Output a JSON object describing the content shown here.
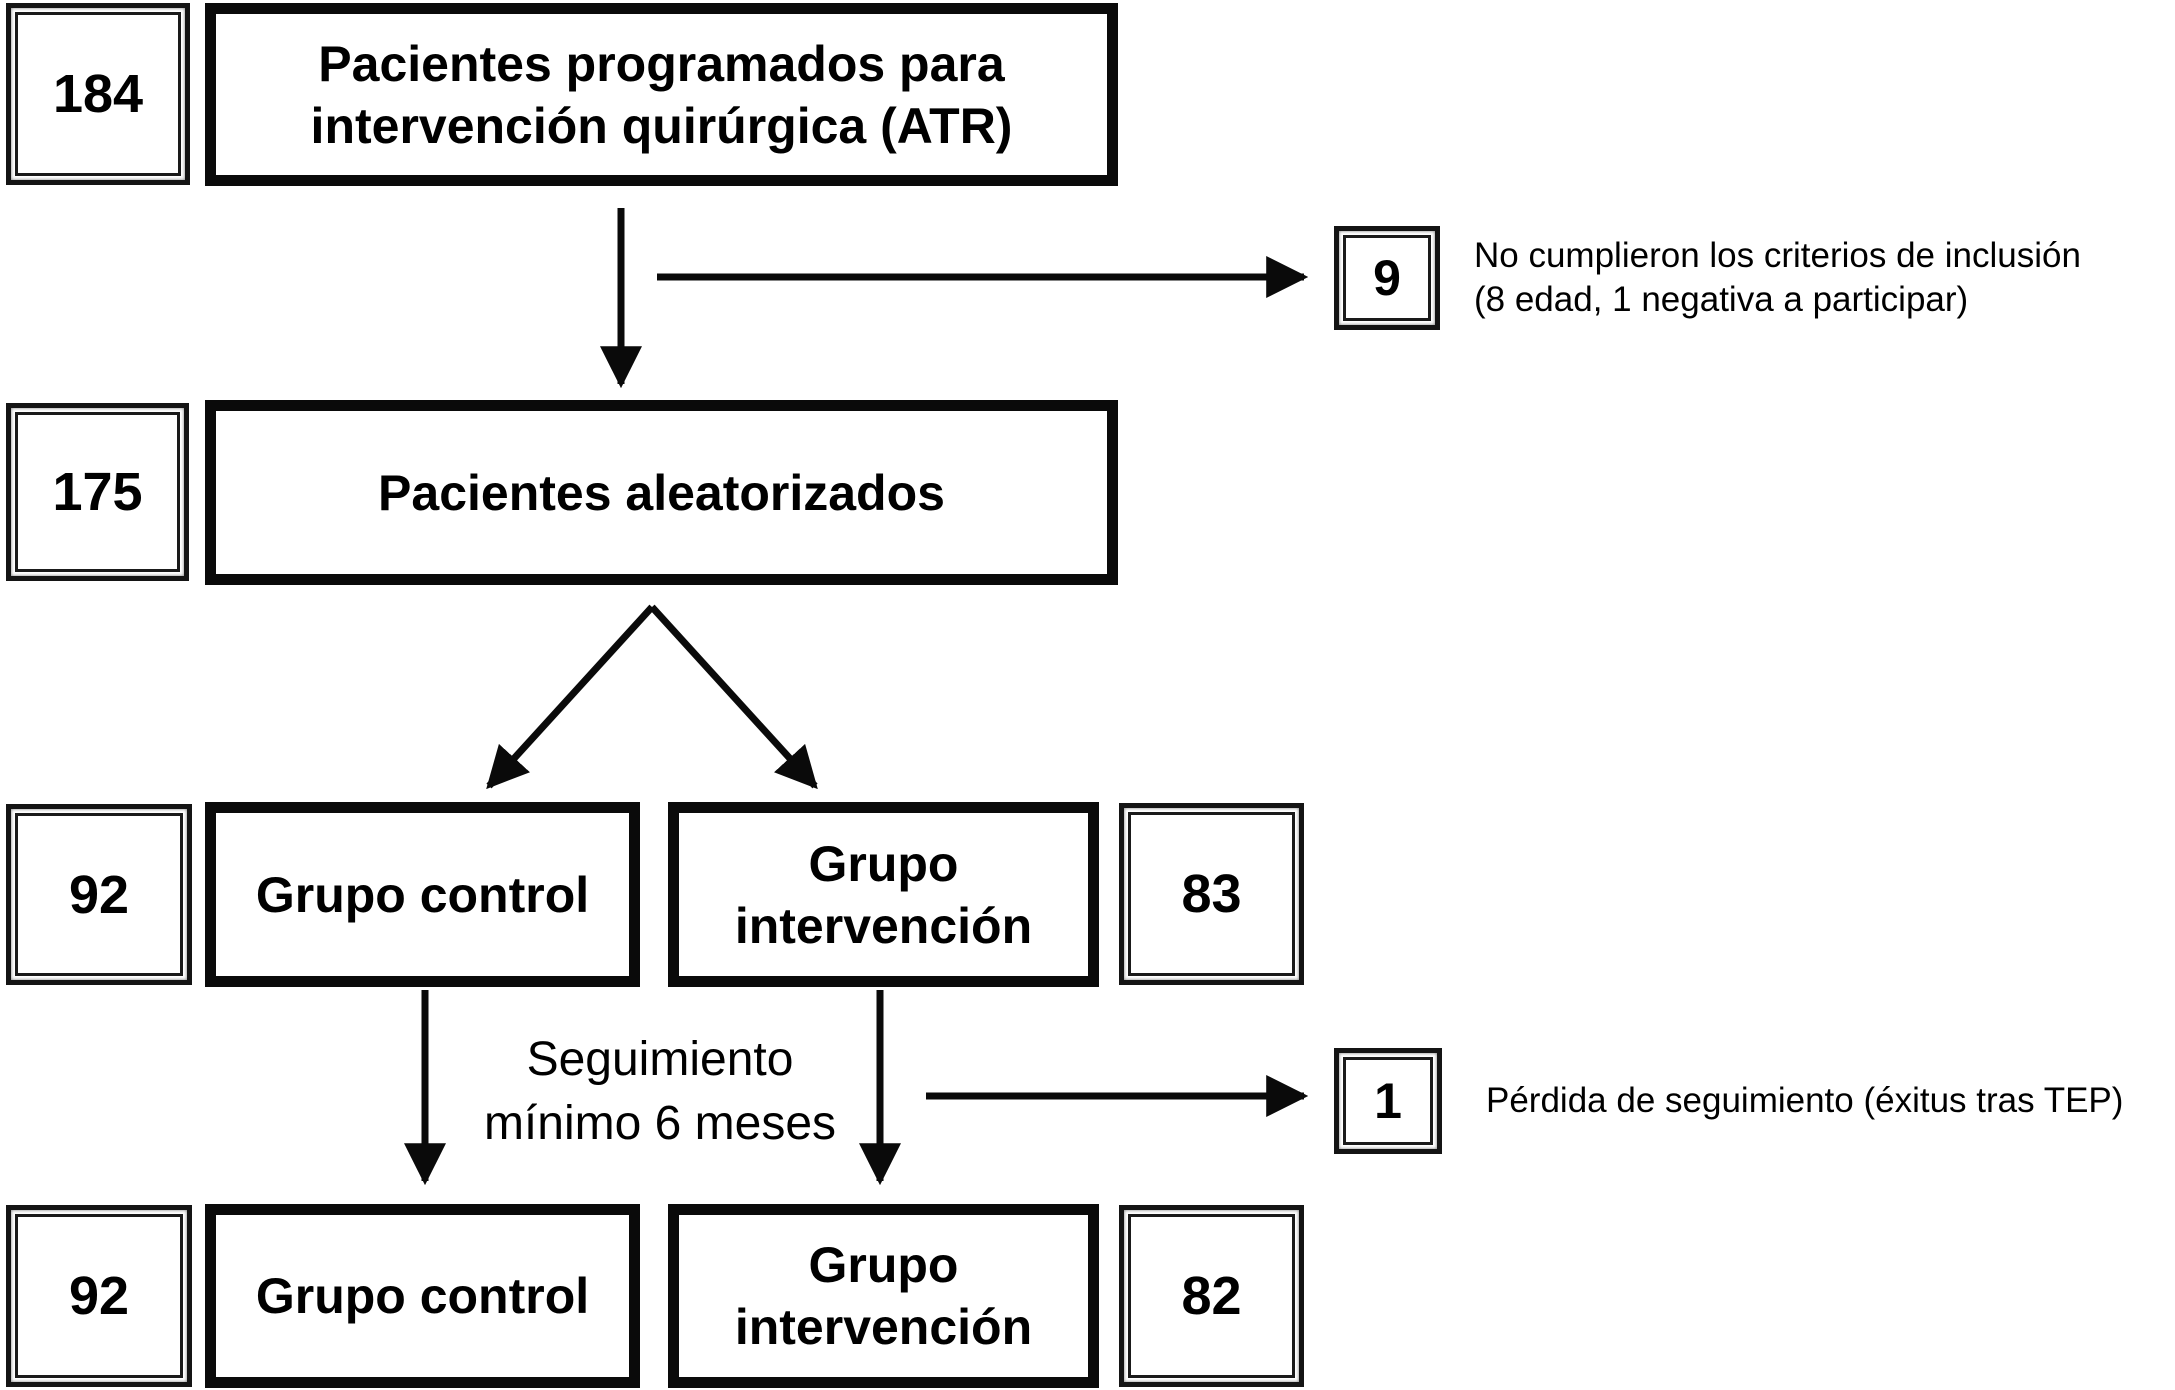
{
  "diagram": {
    "screened": {
      "count": "184",
      "label_line1": "Pacientes programados para",
      "label_line2": "intervención quirúrgica (ATR)"
    },
    "excluded": {
      "count": "9",
      "note_line1": "No cumplieron los criterios de inclusión",
      "note_line2": "(8 edad, 1 negativa a participar)"
    },
    "randomized": {
      "count": "175",
      "label": "Pacientes aleatorizados"
    },
    "allocation": {
      "control": {
        "count": "92",
        "label": "Grupo control"
      },
      "intervention": {
        "count": "83",
        "label_line1": "Grupo",
        "label_line2": "intervención"
      }
    },
    "followup": {
      "line1": "Seguimiento",
      "line2": "mínimo 6 meses"
    },
    "lost": {
      "count": "1",
      "note": "Pérdida de seguimiento (éxitus tras TEP)"
    },
    "analysis": {
      "control": {
        "count": "92",
        "label": "Grupo control"
      },
      "intervention": {
        "count": "82",
        "label_line1": "Grupo",
        "label_line2": "intervención"
      }
    }
  },
  "colors": {
    "ink": "#000000",
    "background": "#ffffff"
  }
}
